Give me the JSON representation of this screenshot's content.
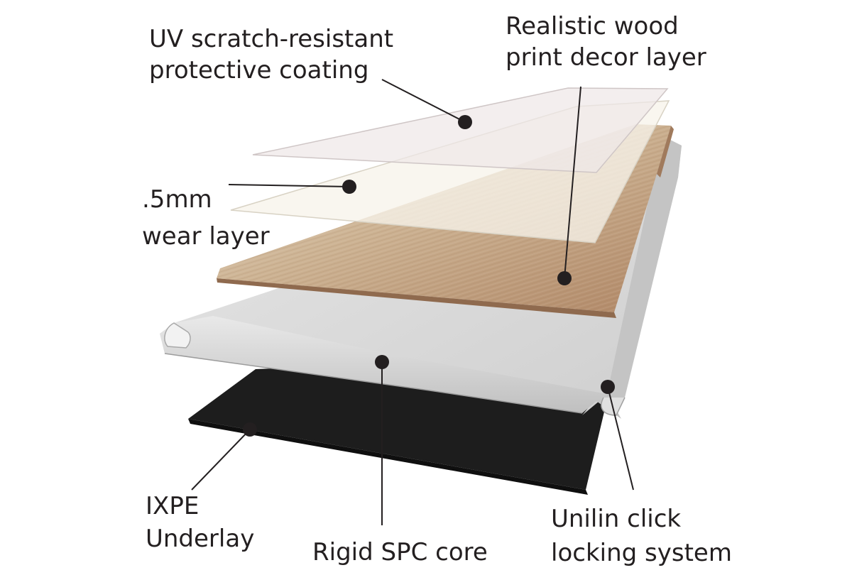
{
  "labels": {
    "uv_coating": {
      "line1": "UV scratch-resistant",
      "line2": "protective coating"
    },
    "decor_layer": {
      "line1": "Realistic wood",
      "line2": "print decor layer"
    },
    "wear_layer": {
      "line1": ".5mm",
      "line2": "wear layer"
    },
    "underlay": {
      "line1": "IXPE",
      "line2": "Underlay"
    },
    "core": {
      "line1": "Rigid SPC core"
    },
    "locking": {
      "line1": "Unilin click",
      "line2": "locking system"
    }
  },
  "colors": {
    "text": "#231f20",
    "leader": "#231f20",
    "uv_film": "#efe9e9",
    "wear_film": "#f6f3ea",
    "wood_light": "#d9c6ad",
    "wood_dark": "#b88f6c",
    "core": "#dcdcdc",
    "underlay": "#1e1e1e"
  }
}
